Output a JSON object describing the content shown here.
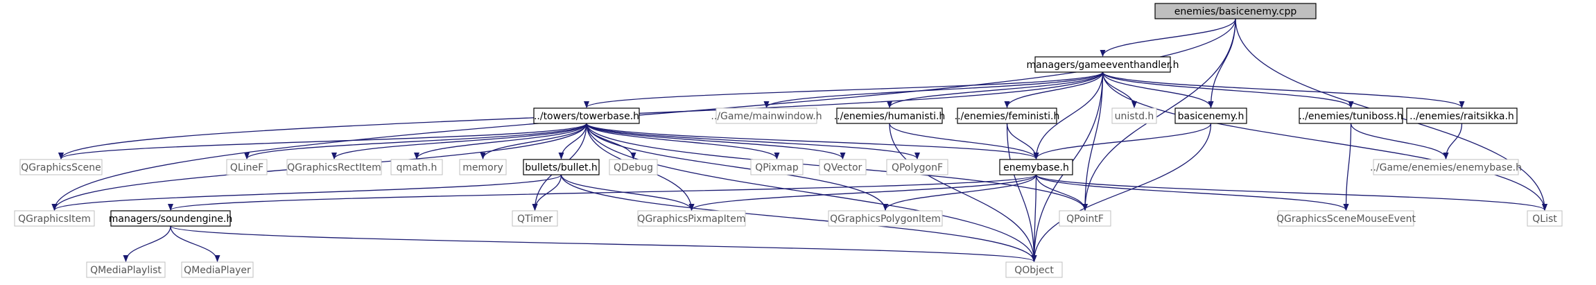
{
  "graph": {
    "root": "enemies/basicenemy.cpp",
    "colors": {
      "edge": "#191970",
      "arrow": "#191970",
      "root_fill": "#bfbfbf",
      "documented_border": "#000000",
      "external_border": "#bfbfbf",
      "documented_text": "#000000",
      "external_text": "#555555"
    },
    "nodes": [
      {
        "id": "root",
        "label": "enemies/basicenemy.cpp",
        "kind": "root"
      },
      {
        "id": "gameeventhandler",
        "label": "managers/gameeventhandler.h",
        "kind": "documented"
      },
      {
        "id": "towerbase",
        "label": "../towers/towerbase.h",
        "kind": "documented"
      },
      {
        "id": "mainwindow",
        "label": "../Game/mainwindow.h",
        "kind": "external"
      },
      {
        "id": "humanisti",
        "label": "../enemies/humanisti.h",
        "kind": "documented"
      },
      {
        "id": "feministi",
        "label": "../enemies/feministi.h",
        "kind": "documented"
      },
      {
        "id": "unistd",
        "label": "unistd.h",
        "kind": "external"
      },
      {
        "id": "basicenemy_h",
        "label": "basicenemy.h",
        "kind": "documented"
      },
      {
        "id": "tuniboss",
        "label": "../enemies/tuniboss.h",
        "kind": "documented"
      },
      {
        "id": "raitsikka",
        "label": "../enemies/raitsikka.h",
        "kind": "documented"
      },
      {
        "id": "qgraphicsscene",
        "label": "QGraphicsScene",
        "kind": "external"
      },
      {
        "id": "qlinef",
        "label": "QLineF",
        "kind": "external"
      },
      {
        "id": "qgraphicsrectitem",
        "label": "QGraphicsRectItem",
        "kind": "external"
      },
      {
        "id": "qmath",
        "label": "qmath.h",
        "kind": "external"
      },
      {
        "id": "memory",
        "label": "memory",
        "kind": "external"
      },
      {
        "id": "bullet",
        "label": "bullets/bullet.h",
        "kind": "documented"
      },
      {
        "id": "qdebug",
        "label": "QDebug",
        "kind": "external"
      },
      {
        "id": "qpixmap",
        "label": "QPixmap",
        "kind": "external"
      },
      {
        "id": "qvector",
        "label": "QVector",
        "kind": "external"
      },
      {
        "id": "qpolygonf",
        "label": "QPolygonF",
        "kind": "external"
      },
      {
        "id": "enemybase",
        "label": "enemybase.h",
        "kind": "documented"
      },
      {
        "id": "game_enemybase",
        "label": "../Game/enemies/enemybase.h",
        "kind": "external"
      },
      {
        "id": "qgraphicsitem",
        "label": "QGraphicsItem",
        "kind": "external"
      },
      {
        "id": "soundengine",
        "label": "managers/soundengine.h",
        "kind": "documented"
      },
      {
        "id": "qtimer",
        "label": "QTimer",
        "kind": "external"
      },
      {
        "id": "qgraphicspixmapitem",
        "label": "QGraphicsPixmapItem",
        "kind": "external"
      },
      {
        "id": "qgraphicspolygonitem",
        "label": "QGraphicsPolygonItem",
        "kind": "external"
      },
      {
        "id": "qpointf",
        "label": "QPointF",
        "kind": "external"
      },
      {
        "id": "qgraphicsscenemouseevent",
        "label": "QGraphicsSceneMouseEvent",
        "kind": "external"
      },
      {
        "id": "qlist",
        "label": "QList",
        "kind": "external"
      },
      {
        "id": "qmediaplaylist",
        "label": "QMediaPlaylist",
        "kind": "external"
      },
      {
        "id": "qmediaplayer",
        "label": "QMediaPlayer",
        "kind": "external"
      },
      {
        "id": "qobject",
        "label": "QObject",
        "kind": "external"
      }
    ],
    "edges": [
      [
        "root",
        "gameeventhandler"
      ],
      [
        "root",
        "basicenemy_h"
      ],
      [
        "root",
        "qgraphicsitem"
      ],
      [
        "root",
        "qpointf"
      ],
      [
        "root",
        "qlist"
      ],
      [
        "gameeventhandler",
        "towerbase"
      ],
      [
        "gameeventhandler",
        "mainwindow"
      ],
      [
        "gameeventhandler",
        "humanisti"
      ],
      [
        "gameeventhandler",
        "feministi"
      ],
      [
        "gameeventhandler",
        "unistd"
      ],
      [
        "gameeventhandler",
        "basicenemy_h"
      ],
      [
        "gameeventhandler",
        "tuniboss"
      ],
      [
        "gameeventhandler",
        "raitsikka"
      ],
      [
        "gameeventhandler",
        "qgraphicsscene"
      ],
      [
        "gameeventhandler",
        "enemybase"
      ],
      [
        "gameeventhandler",
        "qpointf"
      ],
      [
        "gameeventhandler",
        "qlist"
      ],
      [
        "gameeventhandler",
        "qobject"
      ],
      [
        "towerbase",
        "qgraphicsscene"
      ],
      [
        "towerbase",
        "qlinef"
      ],
      [
        "towerbase",
        "qgraphicsrectitem"
      ],
      [
        "towerbase",
        "qmath"
      ],
      [
        "towerbase",
        "memory"
      ],
      [
        "towerbase",
        "bullet"
      ],
      [
        "towerbase",
        "qdebug"
      ],
      [
        "towerbase",
        "qpixmap"
      ],
      [
        "towerbase",
        "qvector"
      ],
      [
        "towerbase",
        "qpolygonf"
      ],
      [
        "towerbase",
        "enemybase"
      ],
      [
        "towerbase",
        "qgraphicsitem"
      ],
      [
        "towerbase",
        "qtimer"
      ],
      [
        "towerbase",
        "qgraphicspixmapitem"
      ],
      [
        "towerbase",
        "qgraphicspolygonitem"
      ],
      [
        "towerbase",
        "qpointf"
      ],
      [
        "towerbase",
        "qobject"
      ],
      [
        "humanisti",
        "enemybase"
      ],
      [
        "humanisti",
        "qobject"
      ],
      [
        "feministi",
        "enemybase"
      ],
      [
        "feministi",
        "qobject"
      ],
      [
        "basicenemy_h",
        "enemybase"
      ],
      [
        "basicenemy_h",
        "qobject"
      ],
      [
        "tuniboss",
        "game_enemybase"
      ],
      [
        "tuniboss",
        "qgraphicsscenemouseevent"
      ],
      [
        "raitsikka",
        "game_enemybase"
      ],
      [
        "bullet",
        "qgraphicsitem"
      ],
      [
        "bullet",
        "qtimer"
      ],
      [
        "bullet",
        "qgraphicspixmapitem"
      ],
      [
        "bullet",
        "qobject"
      ],
      [
        "enemybase",
        "soundengine"
      ],
      [
        "enemybase",
        "qgraphicspixmapitem"
      ],
      [
        "enemybase",
        "qgraphicspolygonitem"
      ],
      [
        "enemybase",
        "qpointf"
      ],
      [
        "enemybase",
        "qgraphicsscenemouseevent"
      ],
      [
        "enemybase",
        "qlist"
      ],
      [
        "enemybase",
        "qobject"
      ],
      [
        "soundengine",
        "qmediaplaylist"
      ],
      [
        "soundengine",
        "qmediaplayer"
      ],
      [
        "soundengine",
        "qobject"
      ]
    ]
  }
}
